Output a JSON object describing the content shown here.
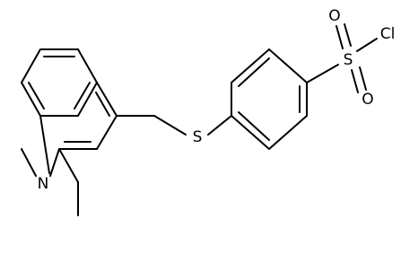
{
  "structure": {
    "atoms": {
      "n": "N",
      "s_thioether": "S",
      "s_sulfonyl": "S",
      "o_upper": "O",
      "o_lower": "O",
      "cl": "Cl"
    }
  },
  "colors": {
    "bond": "#000000",
    "label": "#000000",
    "background": "#ffffff"
  }
}
